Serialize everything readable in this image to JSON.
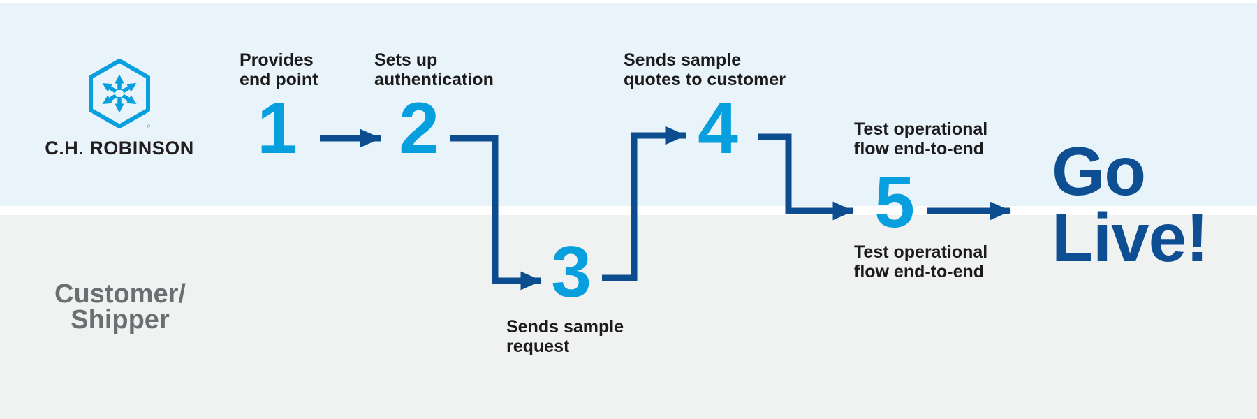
{
  "logo": {
    "text": "C.H. ROBINSON",
    "registered_mark": "®"
  },
  "lanes": {
    "bottom": {
      "label_lines": [
        "Customer/",
        "Shipper"
      ]
    }
  },
  "steps": [
    {
      "number": "1",
      "label": [
        "Provides",
        "end point"
      ]
    },
    {
      "number": "2",
      "label": [
        "Sets up",
        "authentication"
      ]
    },
    {
      "number": "3",
      "label": [
        "Sends sample",
        "request"
      ]
    },
    {
      "number": "4",
      "label": [
        "Sends sample",
        "quotes to customer"
      ]
    },
    {
      "number": "5",
      "label_above": [
        "Test operational",
        "flow end-to-end"
      ],
      "label_below": [
        "Test operational",
        "flow end-to-end"
      ]
    }
  ],
  "finale": {
    "lines": [
      "Go",
      "Live!"
    ]
  },
  "colors": {
    "accent_blue": "#089fdf",
    "navy": "#0b4d8e",
    "go_live_navy": "#0d4f92",
    "label_text": "#1b1b1b",
    "lane_top_bg": "#e9f3fa",
    "lane_bottom_bg": "#f0f2f1",
    "divider": "#ffffff",
    "lane_label_gray": "#6d6e71",
    "logo_text": "#231f20"
  }
}
